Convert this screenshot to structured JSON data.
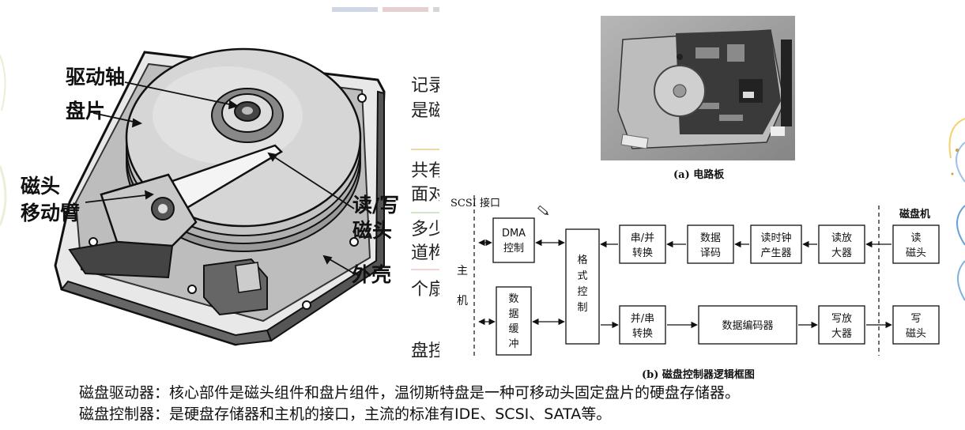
{
  "hdd_labels": {
    "spindle": "驱动轴",
    "platter": "盘片",
    "head_arm_line1": "磁头",
    "head_arm_line2": "移动臂",
    "rw_head_line1": "读/写",
    "rw_head_line2": "磁头",
    "casing": "外壳"
  },
  "occluded_fragments": [
    "记录",
    "是磁",
    "共有",
    "面对",
    "多少",
    "道构",
    "个扇",
    "盘控"
  ],
  "photo_caption": "(a) 电路板",
  "diagram": {
    "scsi_label": "SCSI 接口",
    "host_line1": "主",
    "host_line2": "机",
    "disk_drive_label": "磁盘机",
    "blocks": {
      "dma_line1": "DMA",
      "dma_line2": "控制",
      "buffer_line1": "数",
      "buffer_line2": "据",
      "buffer_line3": "缓",
      "buffer_line4": "冲",
      "format_line1": "格",
      "format_line2": "式",
      "format_line3": "控",
      "format_line4": "制",
      "s2p_line1": "串/并",
      "s2p_line2": "转换",
      "decode_line1": "数据",
      "decode_line2": "译码",
      "clock_line1": "读时钟",
      "clock_line2": "产生器",
      "read_amp_line1": "读放",
      "read_amp_line2": "大器",
      "read_head_line1": "读",
      "read_head_line2": "磁头",
      "p2s_line1": "并/串",
      "p2s_line2": "转换",
      "encoder": "数据编码器",
      "write_amp_line1": "写放",
      "write_amp_line2": "大器",
      "write_head_line1": "写",
      "write_head_line2": "磁头"
    },
    "caption": "(b) 磁盘控制器逻辑框图"
  },
  "bottom_text": {
    "line1": "磁盘驱动器：核心部件是磁头组件和盘片组件，温彻斯特盘是一种可移动头固定盘片的硬盘存储器。",
    "line2": "磁盘控制器：是硬盘存储器和主机的接口，主流的标准有IDE、SCSI、SATA等。"
  }
}
